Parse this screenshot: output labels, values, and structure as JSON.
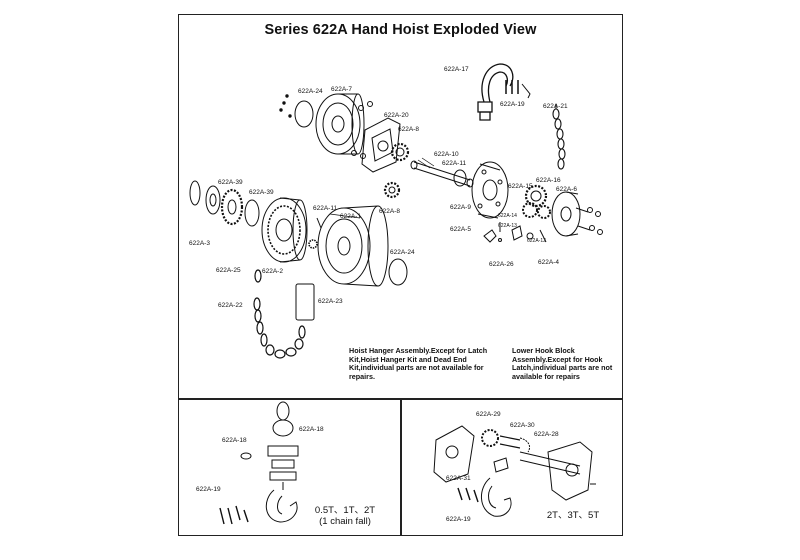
{
  "title": "Series 622A Hand Hoist Exploded View",
  "labels": {
    "p24a": "622A-24",
    "p7": "622A-7",
    "p17": "622A-17",
    "p19a": "622A-19",
    "p21": "622A-21",
    "p20": "622A-20",
    "p8a": "622A-8",
    "p10": "622A-10",
    "p11a": "622A-11",
    "p39a": "622A-39",
    "p39b": "622A-39",
    "p11b": "622A-11",
    "p8b": "622A-8",
    "p1": "622A-1",
    "p9": "622A-9",
    "p15": "622A-15",
    "p16": "622A-16",
    "p6": "622A-6",
    "p5": "622A-5",
    "p14": "622A-14",
    "p13": "622A-13",
    "p12": "622A-12",
    "p3": "622A-3",
    "p26": "622A-26",
    "p4": "622A-4",
    "p24b": "622A-24",
    "p25": "622A-25",
    "p2": "622A-2",
    "p23": "622A-23",
    "p22": "622A-22"
  },
  "notes": {
    "hanger": "Hoist Hanger Assembly.Except for Latch Kit,Hoist Hanger Kit and Dead End Kit,individual parts are not available for repairs.",
    "hook": "Lower Hook Block Assembly.Except for Hook Latch,individual parts are not available for repairs"
  },
  "left_panel": {
    "l18a": "622A-18",
    "l18b": "622A-18",
    "l19": "622A-19",
    "caption_line1": "0.5T、1T、2T",
    "caption_line2": "(1 chain fall)"
  },
  "right_panel": {
    "r29": "622A-29",
    "r30": "622A-30",
    "r28": "622A-28",
    "r31": "622A-31",
    "r19": "622A-19",
    "caption": "2T、3T、5T"
  }
}
